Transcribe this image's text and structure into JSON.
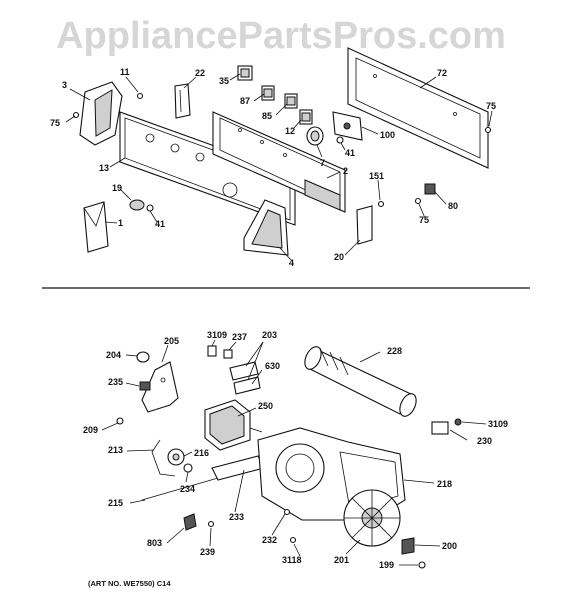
{
  "watermark": "AppliancePartsPros.com",
  "caption": "(ART NO. WE7550) C14",
  "upper_labels": {
    "l3": "3",
    "l11": "11",
    "l22": "22",
    "l35": "35",
    "l72": "72",
    "l75a": "75",
    "l75b": "75",
    "l87": "87",
    "l85": "85",
    "l12": "12",
    "l100": "100",
    "l7": "7",
    "l41a": "41",
    "l13": "13",
    "l2": "2",
    "l151": "151",
    "l19": "19",
    "l41b": "41",
    "l80": "80",
    "l75c": "75",
    "l1": "1",
    "l4": "4",
    "l20": "20"
  },
  "lower_labels": {
    "l205": "205",
    "l3109a": "3109",
    "l237": "237",
    "l203": "203",
    "l204": "204",
    "l630": "630",
    "l228": "228",
    "l235": "235",
    "l250": "250",
    "l209": "209",
    "l3109b": "3109",
    "l230": "230",
    "l213": "213",
    "l216": "216",
    "l234": "234",
    "l218": "218",
    "l215": "215",
    "l233": "233",
    "l803": "803",
    "l232": "232",
    "l239": "239",
    "l3118": "3118",
    "l201": "201",
    "l200": "200",
    "l199": "199"
  }
}
